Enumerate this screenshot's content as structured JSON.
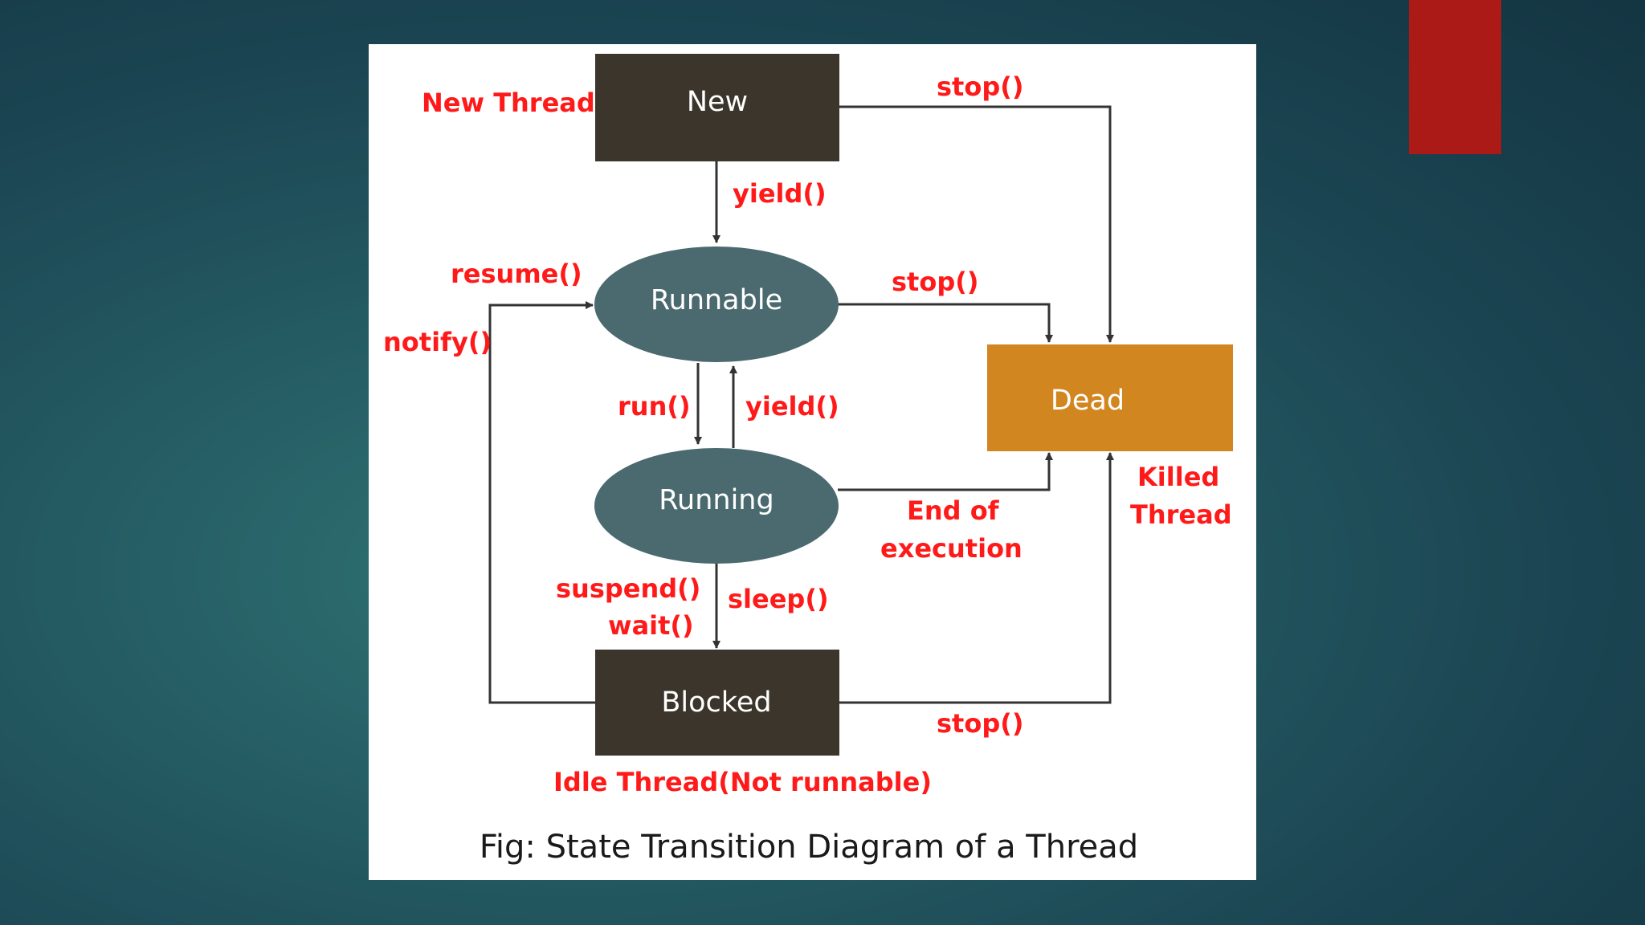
{
  "colors": {
    "background": "#1e4d58",
    "accent_bar": "#ab1a17",
    "panel": "#ffffff",
    "box_dark": "#3b352b",
    "ellipse": "#4b6a6f",
    "dead_box": "#d2861f",
    "label_red": "#ff1a1a",
    "caption": "#1a1a1a"
  },
  "states": {
    "new": "New",
    "runnable": "Runnable",
    "running": "Running",
    "blocked": "Blocked",
    "dead": "Dead"
  },
  "labels": {
    "new_thread": "New Thread",
    "stop_new": "stop()",
    "yield_new": "yield()",
    "resume": "resume()",
    "notify": "notify()",
    "stop_runnable": "stop()",
    "run": "run()",
    "yield_running": "yield()",
    "end_of_execution_1": "End of",
    "end_of_execution_2": "execution",
    "killed_thread_1": "Killed",
    "killed_thread_2": "Thread",
    "suspend": "suspend()",
    "wait": "wait()",
    "sleep": "sleep()",
    "stop_blocked": "stop()",
    "idle_thread": "Idle Thread(Not runnable)"
  },
  "caption": "Fig: State Transition Diagram of a Thread"
}
